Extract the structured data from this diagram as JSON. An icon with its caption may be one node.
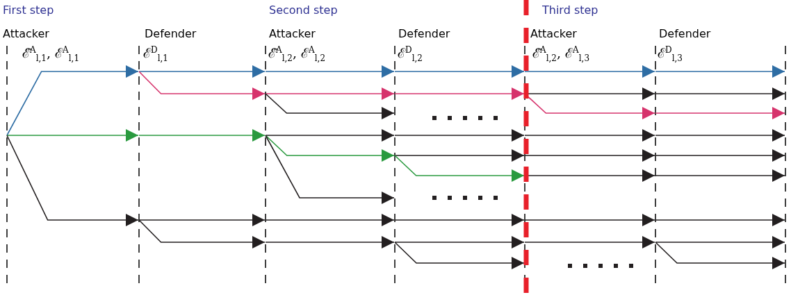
{
  "diagram": {
    "labels": [
      "First step",
      "Second step",
      "Third step",
      "Attacker",
      "Defender",
      "Attacker",
      "Defender",
      "Attacker",
      "Defender",
      "ℰ̄$^{A}$$_{l,1}$, ℰ$^{A}$$_{l,1}$",
      "ℰ$^{D}$$_{l,1}$",
      "ℰ̄$^{A}$$_{l,2}$, ℰ$^{A}$$_{l,2}$",
      "ℰ$^{D}$$_{l,2}$",
      "ℰ̄$^{A}$$_{l,2}$, ℰ$^{A}$$_{l,3}$",
      "ℰ$^{D}$$_{l,3}$"
    ]
  }
}
